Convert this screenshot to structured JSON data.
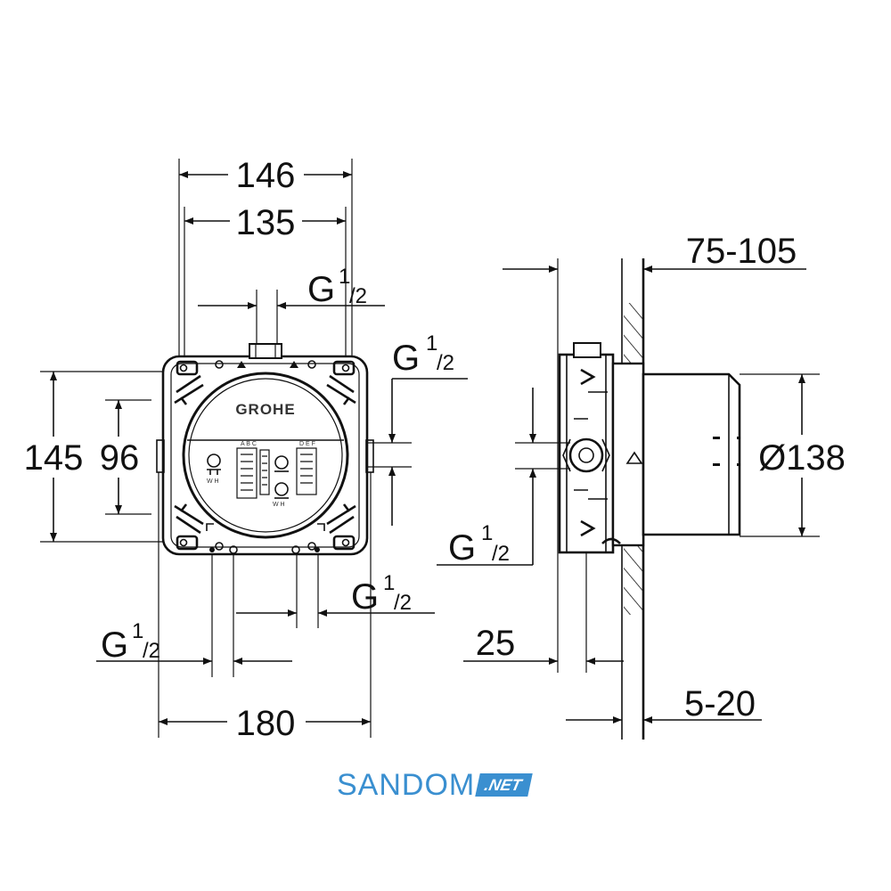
{
  "front_view": {
    "dim_width_outer": "146",
    "dim_width_inner": "135",
    "dim_height_outer": "145",
    "dim_height_inner": "96",
    "dim_width_total": "180",
    "thread_top": {
      "base": "G",
      "sup": "1",
      "sub": "/2"
    },
    "thread_right": {
      "base": "G",
      "sup": "1",
      "sub": "/2"
    },
    "thread_bottom_left": {
      "base": "G",
      "sup": "1",
      "sub": "/2"
    },
    "thread_bottom_right": {
      "base": "G",
      "sup": "1",
      "sub": "/2"
    },
    "logo_text": "GROHE"
  },
  "side_view": {
    "dim_depth_range": "75-105",
    "dim_diameter": "Ø138",
    "dim_offset": "25",
    "dim_wall_range": "5-20",
    "thread_side": {
      "base": "G",
      "sup": "1",
      "sub": "/2"
    }
  },
  "watermark": {
    "name": "SANDOM",
    "tld": ".NET",
    "color": "#3a8fd0"
  }
}
